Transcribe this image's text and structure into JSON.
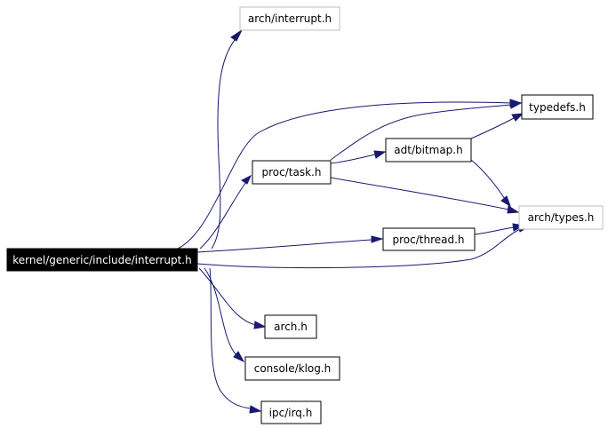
{
  "graph": {
    "edge_color": "#191970",
    "root_node": {
      "id": "root",
      "label": "kernel/generic/include/interrupt.h",
      "fill": "#000000",
      "text_color": "#ffffff"
    },
    "nodes": [
      {
        "id": "arch_interrupt",
        "label": "arch/interrupt.h",
        "border": "gray"
      },
      {
        "id": "typedefs",
        "label": "typedefs.h",
        "border": "black"
      },
      {
        "id": "proc_task",
        "label": "proc/task.h",
        "border": "black"
      },
      {
        "id": "adt_bitmap",
        "label": "adt/bitmap.h",
        "border": "black"
      },
      {
        "id": "arch_types",
        "label": "arch/types.h",
        "border": "gray"
      },
      {
        "id": "proc_thread",
        "label": "proc/thread.h",
        "border": "black"
      },
      {
        "id": "arch",
        "label": "arch.h",
        "border": "black"
      },
      {
        "id": "console_klog",
        "label": "console/klog.h",
        "border": "black"
      },
      {
        "id": "ipc_irq",
        "label": "ipc/irq.h",
        "border": "black"
      }
    ],
    "edges": [
      {
        "from": "root",
        "to": "arch_interrupt"
      },
      {
        "from": "root",
        "to": "typedefs"
      },
      {
        "from": "root",
        "to": "proc_task"
      },
      {
        "from": "root",
        "to": "proc_thread"
      },
      {
        "from": "root",
        "to": "arch_types"
      },
      {
        "from": "root",
        "to": "arch"
      },
      {
        "from": "root",
        "to": "console_klog"
      },
      {
        "from": "root",
        "to": "ipc_irq"
      },
      {
        "from": "proc_task",
        "to": "typedefs"
      },
      {
        "from": "proc_task",
        "to": "adt_bitmap"
      },
      {
        "from": "proc_task",
        "to": "arch_types"
      },
      {
        "from": "adt_bitmap",
        "to": "typedefs"
      },
      {
        "from": "adt_bitmap",
        "to": "arch_types"
      },
      {
        "from": "proc_thread",
        "to": "arch_types"
      }
    ]
  }
}
